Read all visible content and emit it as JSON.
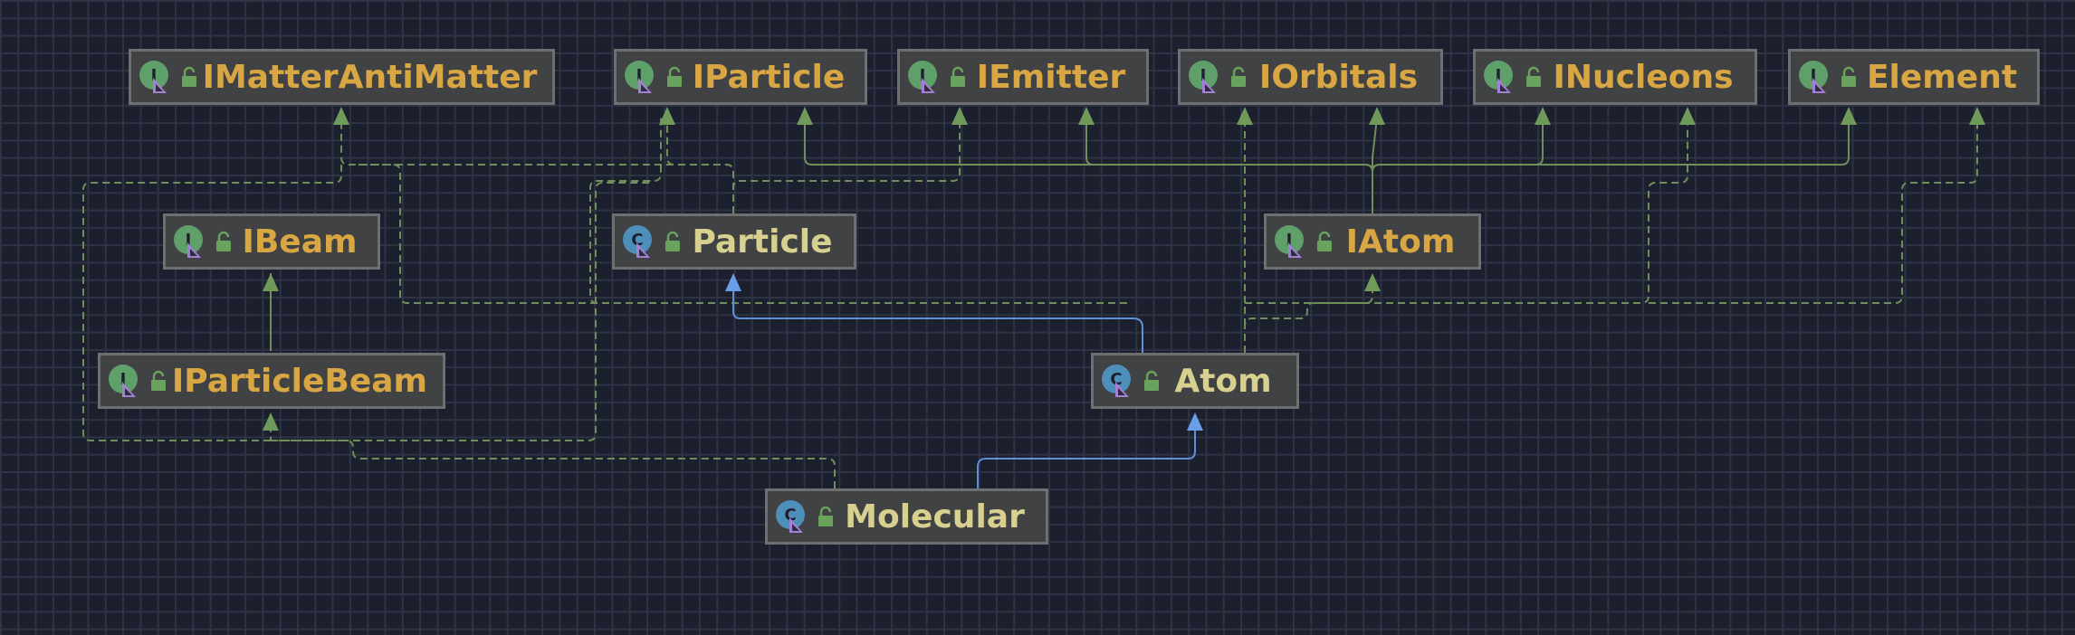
{
  "colors": {
    "background": "#1b1f2e",
    "grid": "#2e3444",
    "node_fill": "#414244",
    "node_border": "#6e6f71",
    "interface_label": "#d9a644",
    "class_label": "#d8d08f",
    "interface_icon": "#5fa06a",
    "class_icon": "#4d8fb8",
    "inheritance_edge": "#6f8e5a",
    "class_extends_edge": "#5f8fd6"
  },
  "nodes": {
    "imatterantimatter": {
      "label": "IMatterAntiMatter",
      "kind": "interface",
      "icon": "interface-icon"
    },
    "iparticle": {
      "label": "IParticle",
      "kind": "interface",
      "icon": "interface-icon"
    },
    "iemitter": {
      "label": "IEmitter",
      "kind": "interface",
      "icon": "interface-icon"
    },
    "iorbitals": {
      "label": "IOrbitals",
      "kind": "interface",
      "icon": "interface-icon"
    },
    "inucleons": {
      "label": "INucleons",
      "kind": "interface",
      "icon": "interface-icon"
    },
    "element": {
      "label": "Element",
      "kind": "interface",
      "icon": "interface-icon"
    },
    "ibeam": {
      "label": "IBeam",
      "kind": "interface",
      "icon": "interface-icon"
    },
    "particle": {
      "label": "Particle",
      "kind": "class",
      "icon": "class-icon"
    },
    "iatom": {
      "label": "IAtom",
      "kind": "interface",
      "icon": "interface-icon"
    },
    "iparticlebeam": {
      "label": "IParticleBeam",
      "kind": "interface",
      "icon": "interface-icon"
    },
    "atom": {
      "label": "Atom",
      "kind": "class",
      "icon": "class-icon"
    },
    "molecular": {
      "label": "Molecular",
      "kind": "class",
      "icon": "class-icon"
    }
  },
  "edges": [
    {
      "from": "Particle",
      "to": "IParticle",
      "relation": "implements"
    },
    {
      "from": "Particle",
      "to": "IMatterAntiMatter",
      "relation": "implements"
    },
    {
      "from": "Particle",
      "to": "IEmitter",
      "relation": "implements"
    },
    {
      "from": "IBeam",
      "to": "IParticleBeam",
      "relation": "extended-by"
    },
    {
      "from": "IAtom",
      "to": "IParticle",
      "relation": "extends"
    },
    {
      "from": "IAtom",
      "to": "IEmitter",
      "relation": "extends"
    },
    {
      "from": "IAtom",
      "to": "IOrbitals",
      "relation": "extends"
    },
    {
      "from": "IAtom",
      "to": "INucleons",
      "relation": "extends"
    },
    {
      "from": "IAtom",
      "to": "Element",
      "relation": "extends"
    },
    {
      "from": "Atom",
      "to": "Particle",
      "relation": "extends"
    },
    {
      "from": "Atom",
      "to": "IAtom",
      "relation": "implements"
    },
    {
      "from": "Molecular",
      "to": "Atom",
      "relation": "extends"
    },
    {
      "from": "Molecular",
      "to": "IParticleBeam",
      "relation": "implements"
    }
  ]
}
